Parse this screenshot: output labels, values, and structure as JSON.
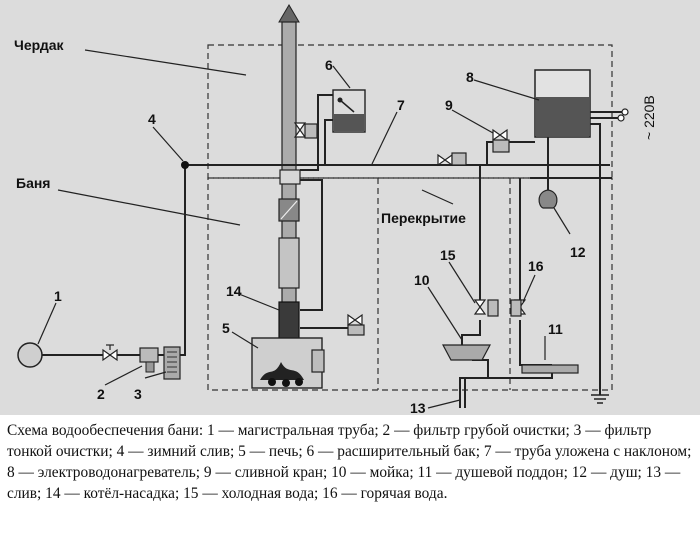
{
  "labels": {
    "attic": "Чердак",
    "bath": "Баня",
    "ceiling": "Перекрытие",
    "voltage": "~ 220В"
  },
  "numbers": [
    "1",
    "2",
    "3",
    "4",
    "5",
    "6",
    "7",
    "8",
    "9",
    "10",
    "11",
    "12",
    "13",
    "14",
    "15",
    "16"
  ],
  "caption": "Схема водообеспечения бани: 1 — магистральная труба; 2 — фильтр грубой очистки; 3 — фильтр тонкой очистки; 4 — зимний слив; 5 — печь; 6 — расширительный бак; 7 — труба уложена с наклоном; 8 — электроводонагреватель; 9 — сливной кран; 10 — мойка; 11 — душевой поддон; 12 — душ; 13 — слив; 14 — котёл-насадка; 15 — холодная вода; 16 — горячая вода.",
  "colors": {
    "background": "#dcdcdc",
    "line": "#222222",
    "water": "#555555"
  }
}
